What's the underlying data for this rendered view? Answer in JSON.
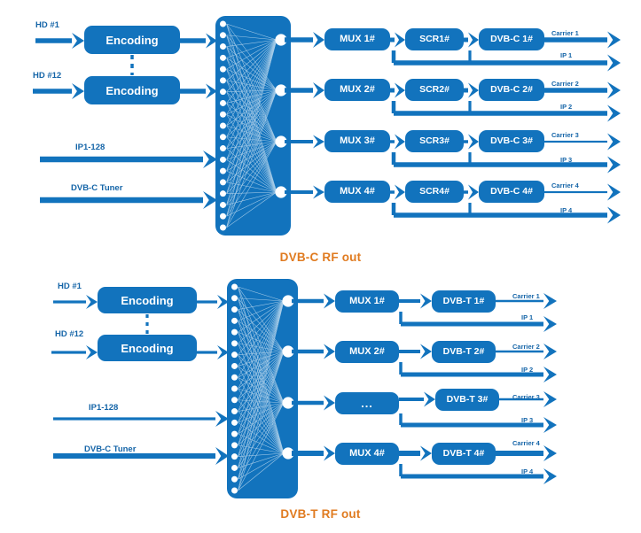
{
  "meta": {
    "title": "DVB-C and DVB-T headend signal flow block diagram",
    "accent_blue": "#1273BD",
    "label_blue": "#1565A8",
    "caption_orange": "#E07B20",
    "background": "#ffffff"
  },
  "diagrams": [
    {
      "id": "dvb-c",
      "caption": "DVB-C RF out",
      "inputs": [
        {
          "label": "HD #1",
          "type": "encoder",
          "encoder_label": "Encoding"
        },
        {
          "label": "HD #12",
          "type": "encoder",
          "encoder_label": "Encoding"
        },
        {
          "label": "IP1-128",
          "type": "direct"
        },
        {
          "label": "DVB-C Tuner",
          "type": "direct"
        }
      ],
      "matrix": {
        "name": "switching-matrix",
        "input_ports": 19,
        "output_ports": 4
      },
      "chains": [
        {
          "mux": "MUX 1#",
          "scrambler": "SCR1#",
          "modulator": "DVB-C 1#",
          "carrier_out": "Carrier 1",
          "ip_out": "IP 1"
        },
        {
          "mux": "MUX 2#",
          "scrambler": "SCR2#",
          "modulator": "DVB-C 2#",
          "carrier_out": "Carrier 2",
          "ip_out": "IP 2"
        },
        {
          "mux": "MUX 3#",
          "scrambler": "SCR3#",
          "modulator": "DVB-C 3#",
          "carrier_out": "Carrier 3",
          "ip_out": "IP 3"
        },
        {
          "mux": "MUX 4#",
          "scrambler": "SCR4#",
          "modulator": "DVB-C 4#",
          "carrier_out": "Carrier 4",
          "ip_out": "IP 4"
        }
      ]
    },
    {
      "id": "dvb-t",
      "caption": "DVB-T RF out",
      "inputs": [
        {
          "label": "HD #1",
          "type": "encoder",
          "encoder_label": "Encoding"
        },
        {
          "label": "HD #12",
          "type": "encoder",
          "encoder_label": "Encoding"
        },
        {
          "label": "IP1-128",
          "type": "direct"
        },
        {
          "label": "DVB-C Tuner",
          "type": "direct"
        }
      ],
      "matrix": {
        "name": "switching-matrix",
        "input_ports": 19,
        "output_ports": 4
      },
      "chains": [
        {
          "mux": "MUX 1#",
          "modulator": "DVB-T 1#",
          "carrier_out": "Carrier 1",
          "ip_out": "IP 1"
        },
        {
          "mux": "MUX 2#",
          "modulator": "DVB-T 2#",
          "carrier_out": "Carrier 2",
          "ip_out": "IP 2"
        },
        {
          "mux": "...",
          "modulator": "DVB-T 3#",
          "carrier_out": "Carrier 3",
          "ip_out": "IP 3"
        },
        {
          "mux": "MUX 4#",
          "modulator": "DVB-T 4#",
          "carrier_out": "Carrier 4",
          "ip_out": "IP 4"
        }
      ]
    }
  ]
}
